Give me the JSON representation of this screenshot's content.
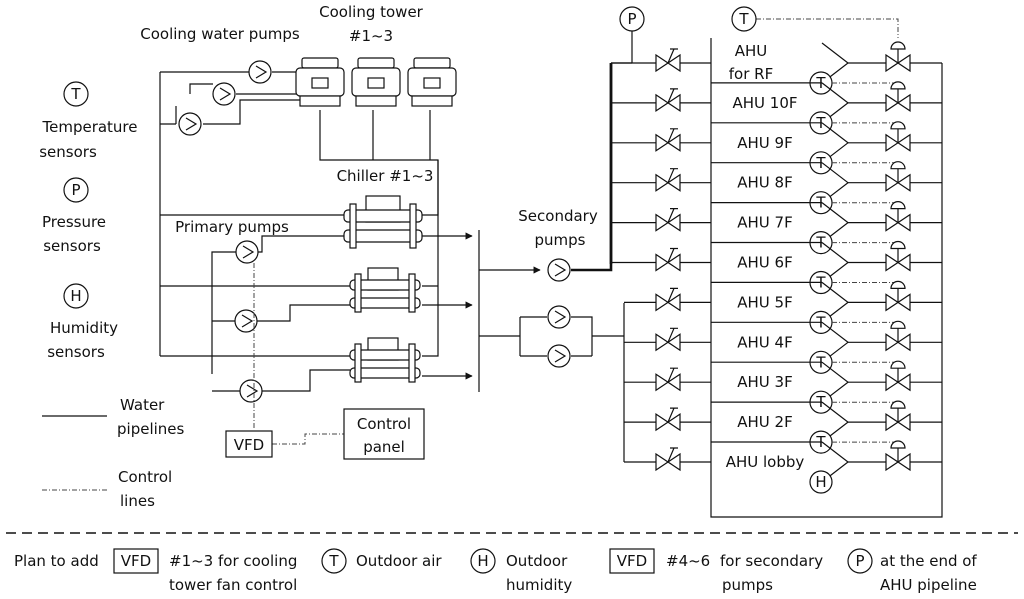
{
  "labels": {
    "cooling_water_pumps": "Cooling water pumps",
    "cooling_tower_line1": "Cooling tower",
    "cooling_tower_line2": "#1~3",
    "chiller": "Chiller #1~3",
    "primary_pumps": "Primary pumps",
    "secondary_pumps_line1": "Secondary",
    "secondary_pumps_line2": "pumps",
    "vfd": "VFD",
    "control_panel_line1": "Control",
    "control_panel_line2": "panel"
  },
  "legend": {
    "temperature": {
      "symbol": "T",
      "line1": "Temperature",
      "line2": "sensors"
    },
    "pressure": {
      "symbol": "P",
      "line1": "Pressure",
      "line2": "sensors"
    },
    "humidity": {
      "symbol": "H",
      "line1": "Humidity",
      "line2": "sensors"
    },
    "water": {
      "line1": "Water",
      "line2": "pipelines"
    },
    "control": {
      "line1": "Control",
      "line2": "lines"
    }
  },
  "sensor_letters": {
    "T": "T",
    "P": "P",
    "H": "H"
  },
  "ahus": [
    {
      "line1": "AHU",
      "line2": "for RF"
    },
    {
      "line1": "AHU 10F"
    },
    {
      "line1": "AHU 9F"
    },
    {
      "line1": "AHU 8F"
    },
    {
      "line1": "AHU 7F"
    },
    {
      "line1": "AHU 6F"
    },
    {
      "line1": "AHU 5F"
    },
    {
      "line1": "AHU 4F"
    },
    {
      "line1": "AHU 3F"
    },
    {
      "line1": "AHU 2F"
    },
    {
      "line1": "AHU lobby"
    }
  ],
  "plan": {
    "intro": "Plan to add",
    "vfd1": "VFD",
    "vfd1_line1": "#1~3 for cooling",
    "vfd1_line2": "tower fan control",
    "t_symbol": "T",
    "outdoor_air": "Outdoor air",
    "h_symbol": "H",
    "outdoor_humidity_line1": "Outdoor",
    "outdoor_humidity_line2": "humidity",
    "vfd2": "VFD",
    "vfd2_line1": "#4~6",
    "vfd2_line1b": "for secondary",
    "vfd2_line2": "pumps",
    "p_symbol": "P",
    "p_line1": "at the end of",
    "p_line2": "AHU pipeline"
  }
}
